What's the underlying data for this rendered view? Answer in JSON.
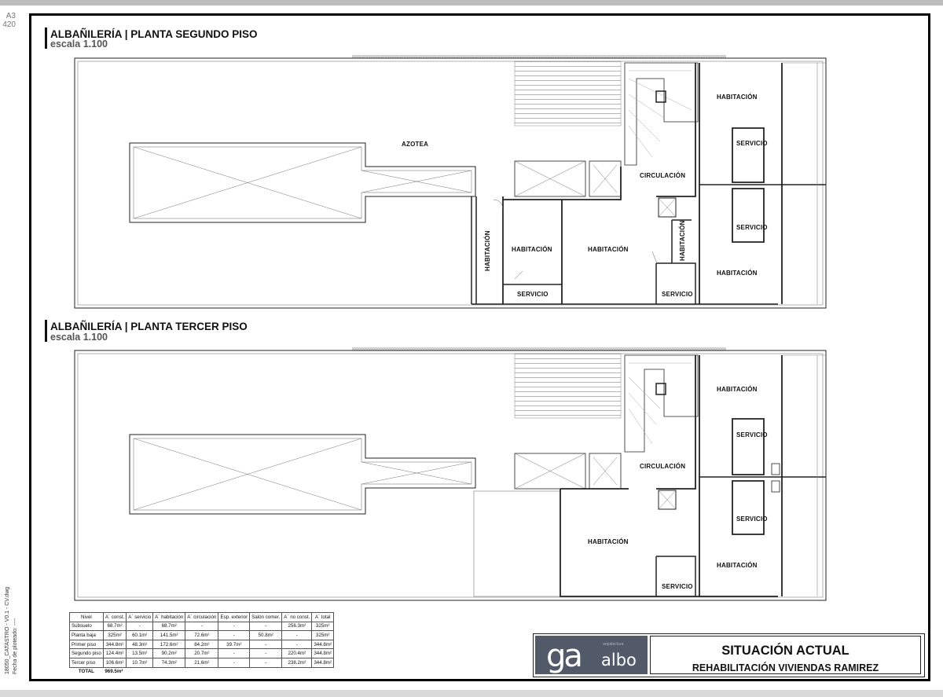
{
  "sheet": {
    "paper_size": "A3",
    "paper_size_num": "420",
    "side_file": "18050_CATASTRO - V0.1 - CV.dwg",
    "side_date": "Fecha de ploteado: ----"
  },
  "plans": [
    {
      "title": "ALBAÑILERÍA | PLANTA SEGUNDO PISO",
      "scale": "escala 1.100",
      "rooms": {
        "azotea": "AZOTEA",
        "circulacion": "CIRCULACIÓN",
        "hab_top_right": "HABITACIÓN",
        "servicio_1": "SERVICIO",
        "servicio_2": "SERVICIO",
        "hab_bottom_right": "HABITACIÓN",
        "hab_vert_left": "HABITACIÓN",
        "hab_left": "HABITACIÓN",
        "servicio_left": "SERVICIO",
        "hab_center": "HABITACIÓN",
        "hab_vert_right": "HABITACIÓN",
        "servicio_center": "SERVICIO"
      }
    },
    {
      "title": "ALBAÑILERÍA | PLANTA TERCER PISO",
      "scale": "escala 1.100",
      "rooms": {
        "hab_top_right": "HABITACIÓN",
        "servicio_1": "SERVICIO",
        "circulacion": "CIRCULACIÓN",
        "servicio_2": "SERVICIO",
        "hab_center": "HABITACIÓN",
        "hab_bottom_right": "HABITACIÓN",
        "servicio_center": "SERVICIO"
      }
    }
  ],
  "table": {
    "headers": [
      "Nivel",
      "A´ const.",
      "A´ servicio",
      "A´ habitación",
      "A´ circulación",
      "Esp. exterior",
      "Salón comer.",
      "A´ no const.",
      "A´ total"
    ],
    "rows": [
      [
        "Subsuelo",
        "68.7m²",
        "-",
        "68.7m²",
        "-",
        "-",
        "-",
        "256.3m²",
        "325m²"
      ],
      [
        "Planta baja",
        "325m²",
        "60.1m²",
        "141.5m²",
        "72.6m²",
        "-",
        "50.8m²",
        "-",
        "325m²"
      ],
      [
        "Primer piso",
        "344.8m²",
        "48.3m²",
        "172.6m²",
        "84.2m²",
        "39.7m²",
        "-",
        "-",
        "344.8m²"
      ],
      [
        "Segundo piso",
        "124.4m²",
        "13.5m²",
        "90.2m²",
        "20.7m²",
        "-",
        "-",
        "220.4m²",
        "344.8m²"
      ],
      [
        "Tercer piso",
        "106.6m²",
        "10.7m²",
        "74.3m²",
        "21.6m²",
        "-",
        "-",
        "238.2m²",
        "344.8m²"
      ]
    ],
    "total_label": "TOTAL",
    "total_value": "969.5m²"
  },
  "titleblock": {
    "logo_mark": "ga",
    "logo_word": "albo",
    "logo_small": "arquitectura",
    "title": "SITUACIÓN ACTUAL",
    "subtitle": "REHABILITACIÓN VIVIENDAS RAMIREZ"
  }
}
